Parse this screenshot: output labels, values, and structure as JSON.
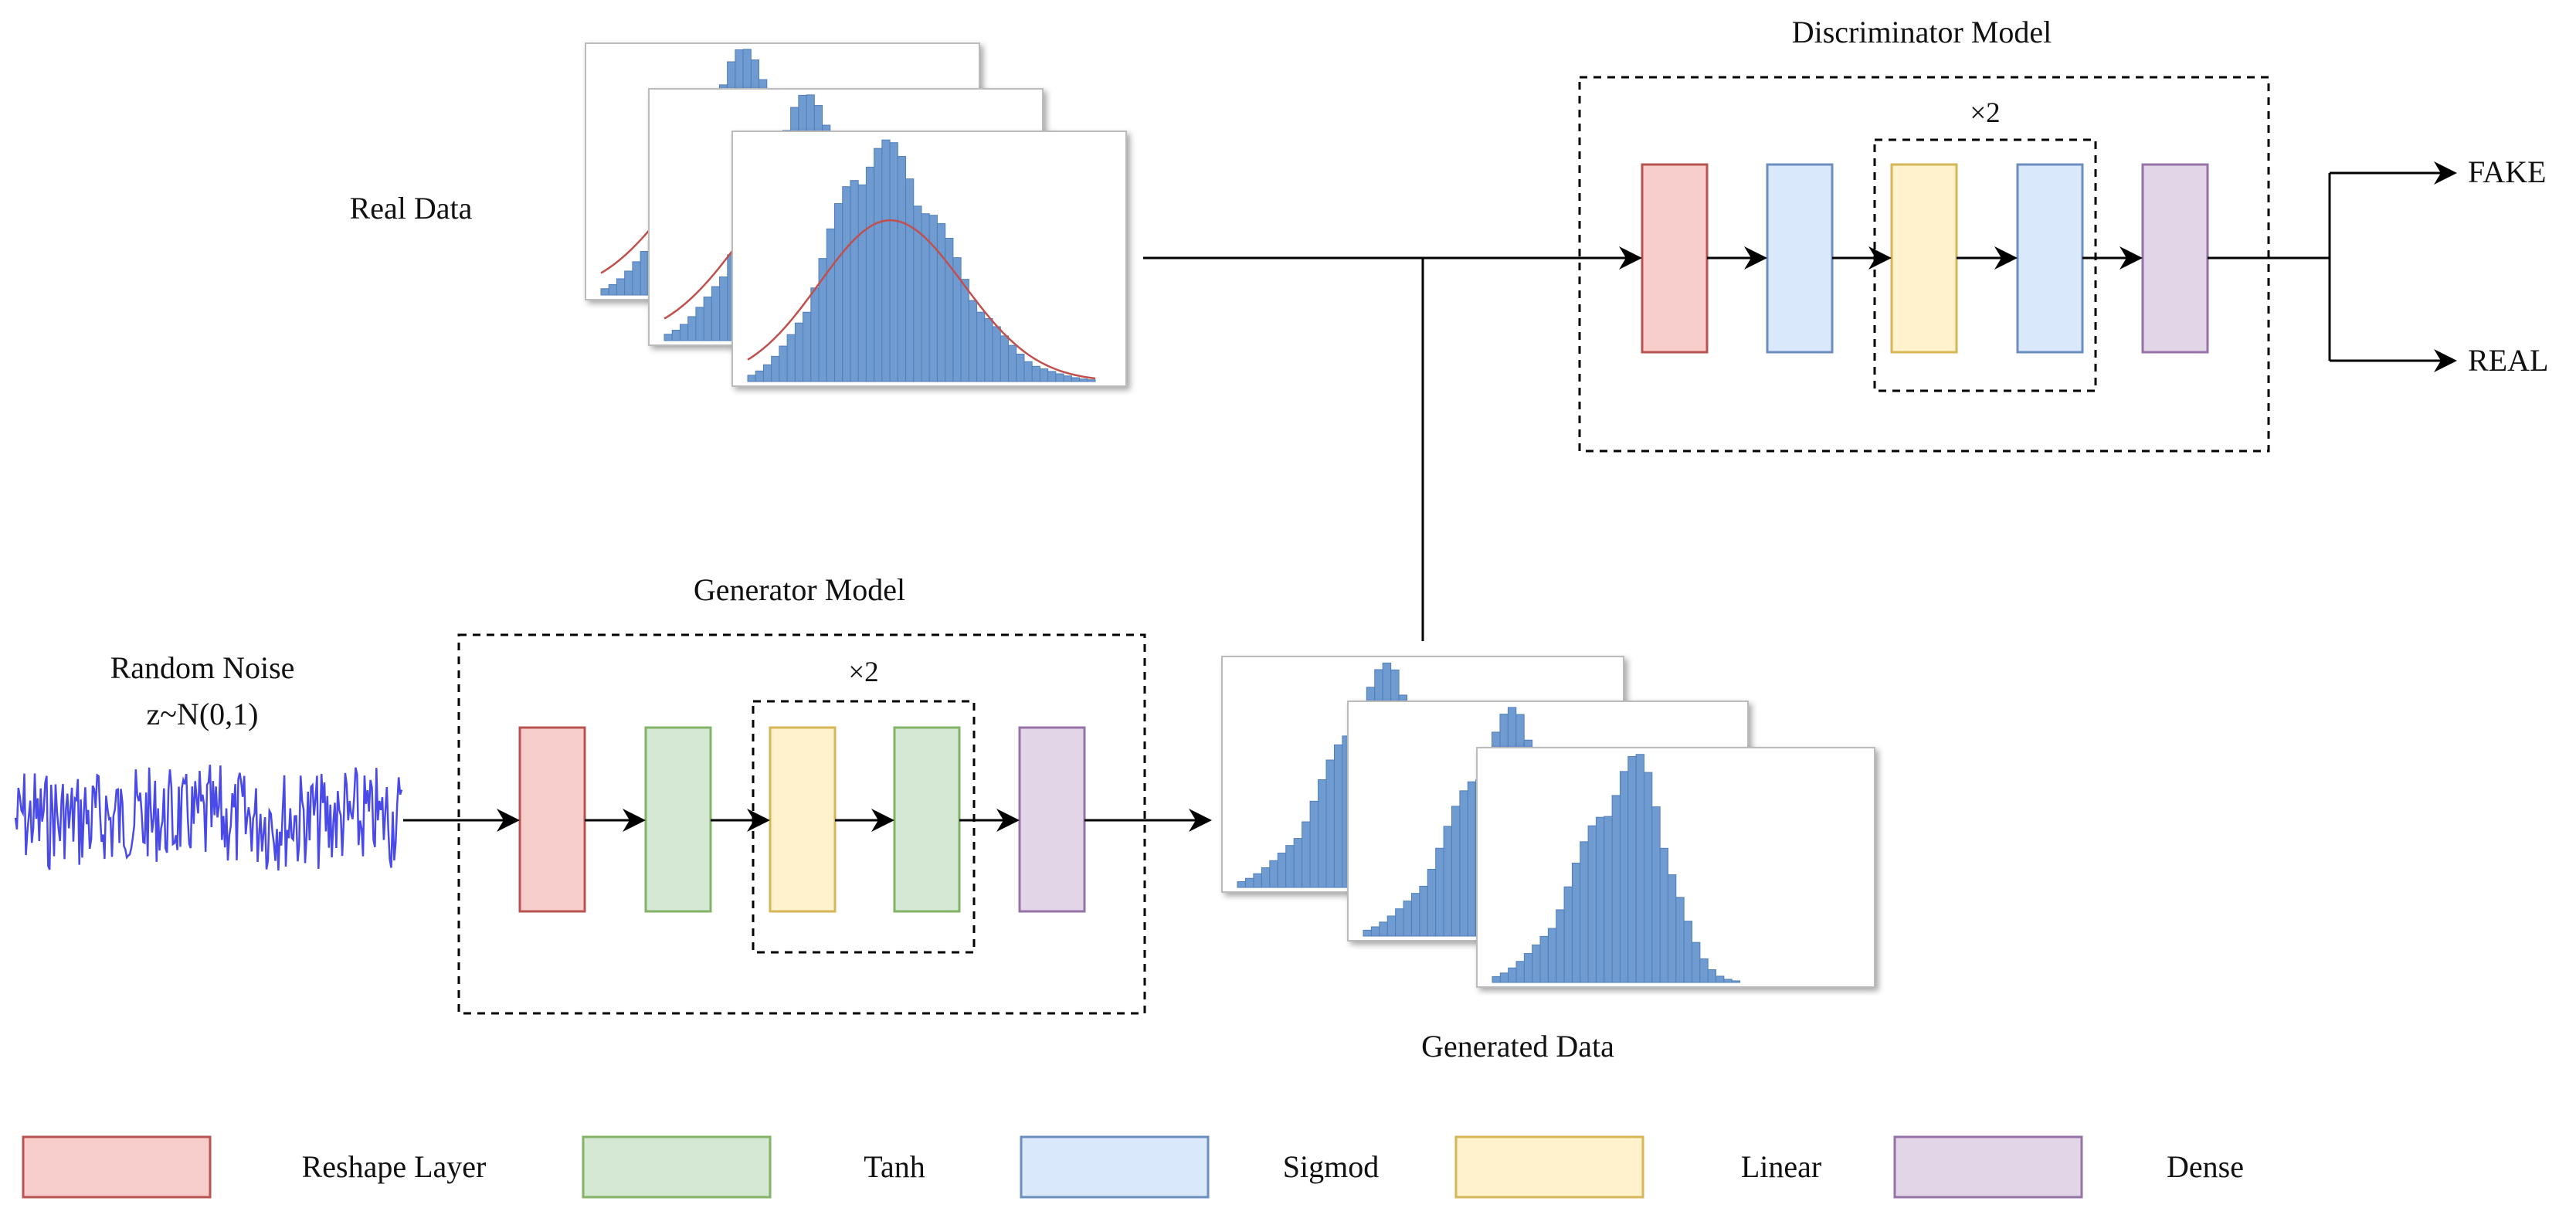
{
  "labels": {
    "real_data": "Real Data",
    "discriminator_title": "Discriminator Model",
    "generator_title": "Generator Model",
    "generated_data": "Generated Data",
    "random_noise_line1": "Random Noise",
    "random_noise_line2": "z~N(0,1)",
    "repeat_discriminator": "×2",
    "repeat_generator": "×2"
  },
  "outputs": {
    "fake": "FAKE",
    "real": "REAL"
  },
  "legend": [
    {
      "label": "Reshape Layer",
      "fill": "#f8cecc",
      "stroke": "#b85450"
    },
    {
      "label": "Tanh",
      "fill": "#d5e8d4",
      "stroke": "#82b366"
    },
    {
      "label": "Sigmod",
      "fill": "#dae8fc",
      "stroke": "#6c8ebf"
    },
    {
      "label": "Linear",
      "fill": "#fff2cc",
      "stroke": "#d6b656"
    },
    {
      "label": "Dense",
      "fill": "#e1d5e7",
      "stroke": "#9673a6"
    }
  ],
  "colors": {
    "histogram_bar": "#6f9bd1",
    "fit_curve": "#c0504d",
    "noise_signal": "#4a4ae8",
    "line": "#000000"
  },
  "icons": {
    "histogram": "histogram-thumbnail",
    "noise": "noise-waveform",
    "arrow": "arrow-right"
  }
}
